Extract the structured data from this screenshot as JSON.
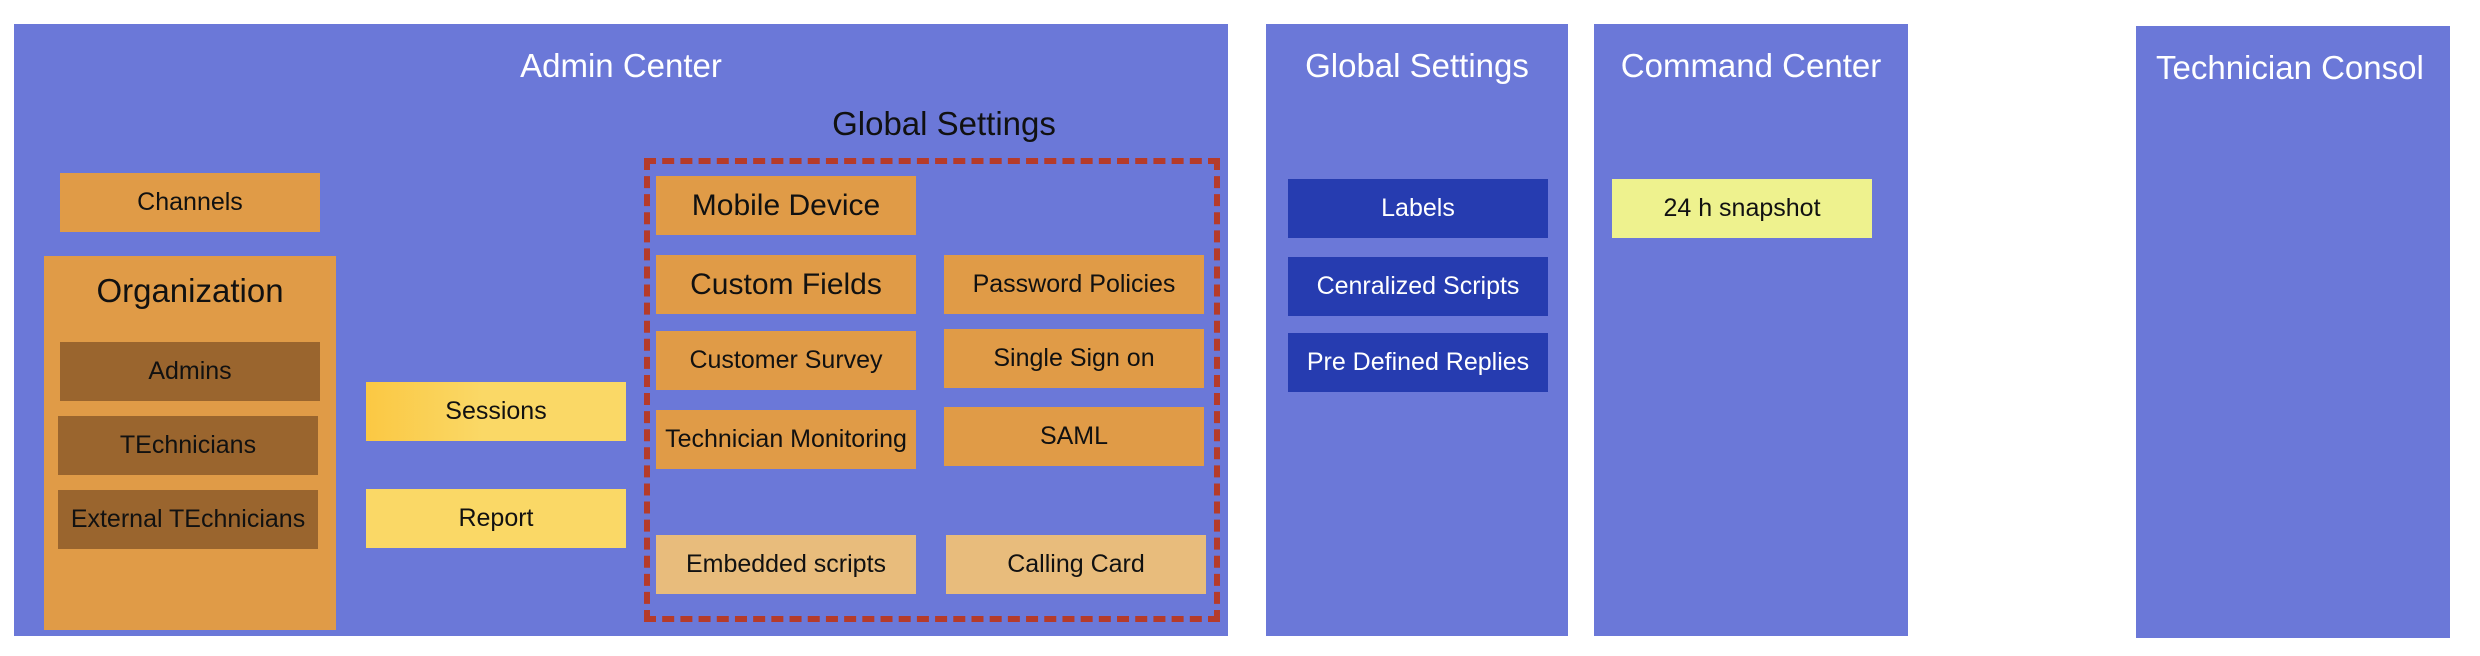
{
  "admin_center": {
    "title": "Admin Center",
    "channels": "Channels",
    "organization": {
      "title": "Organization",
      "items": [
        "Admins",
        "TEchnicians",
        "External TEchnicians"
      ]
    },
    "sessions": "Sessions",
    "report": "Report",
    "global_settings": {
      "title": "Global Settings",
      "left": [
        "Mobile Device",
        "Custom Fields",
        "Customer Survey",
        "Technician Monitoring"
      ],
      "right": [
        "Password Policies",
        "Single Sign on",
        "SAML"
      ],
      "bottom": [
        "Embedded scripts",
        "Calling Card"
      ]
    }
  },
  "global_settings_panel": {
    "title": "Global Settings",
    "items": [
      "Labels",
      "Cenralized Scripts",
      "Pre Defined Replies"
    ]
  },
  "command_center": {
    "title": "Command Center",
    "items": [
      "24 h snapshot"
    ]
  },
  "technician_console": {
    "title": "Technician Consol"
  },
  "colors": {
    "panel": "#6b78d8",
    "orange": "#e09b47",
    "brown": "#9a652e",
    "yellow": "#fad866",
    "tan": "#e8bc7c",
    "navy": "#263cb0",
    "pale_yellow": "#eef28e",
    "dash": "#b53b2a"
  }
}
